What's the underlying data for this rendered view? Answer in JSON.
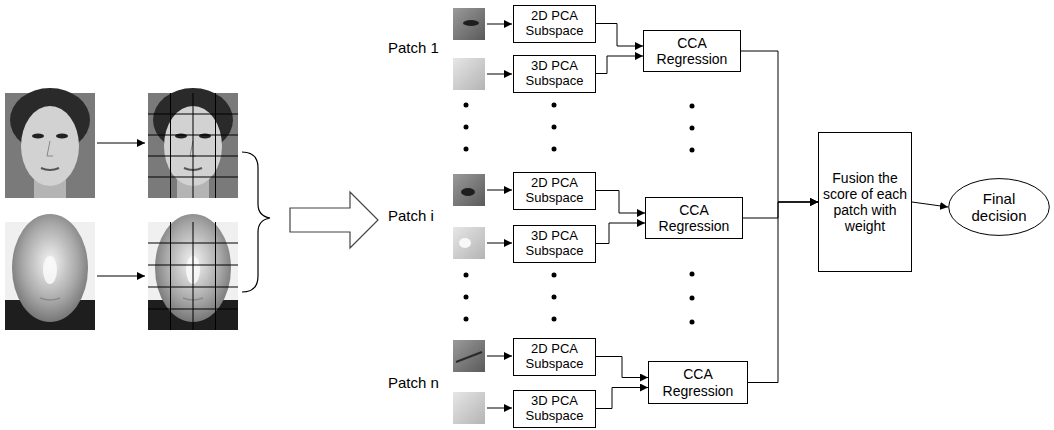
{
  "diagram": {
    "nodes": [
      {
        "text": [
          "2D PCA Subspace"
        ]
      },
      {
        "text": [
          "3D PCA Subspace"
        ]
      },
      {
        "text": [
          "CCA Regression"
        ]
      },
      {
        "text": [
          "2D PCA Subspace"
        ]
      },
      {
        "text": [
          "3D PCA Subspace"
        ]
      },
      {
        "text": [
          "CCA Regression"
        ]
      },
      {
        "text": [
          "2D PCA Subspace"
        ]
      },
      {
        "text": [
          "3D PCA Subspace"
        ]
      },
      {
        "text": [
          "CCA Regression"
        ]
      },
      {
        "text": [
          "Fusion the score of each patch with weight"
        ]
      },
      {
        "text": [
          "Final decision"
        ]
      }
    ],
    "edges": [
      {
        "from": 0,
        "to": 2,
        "arrow": "to"
      },
      {
        "from": 1,
        "to": 2,
        "arrow": "to"
      },
      {
        "from": 3,
        "to": 5,
        "arrow": "to"
      },
      {
        "from": 4,
        "to": 5,
        "arrow": "to"
      },
      {
        "from": 6,
        "to": 8,
        "arrow": "to"
      },
      {
        "from": 7,
        "to": 8,
        "arrow": "to"
      },
      {
        "from": 2,
        "to": 9,
        "arrow": "to"
      },
      {
        "from": 5,
        "to": 9,
        "arrow": "to"
      },
      {
        "from": 8,
        "to": 9,
        "arrow": "to"
      },
      {
        "from": 9,
        "to": 10,
        "arrow": "to"
      }
    ],
    "labels": [
      "Patch 1",
      "Patch i",
      "Patch n"
    ]
  }
}
